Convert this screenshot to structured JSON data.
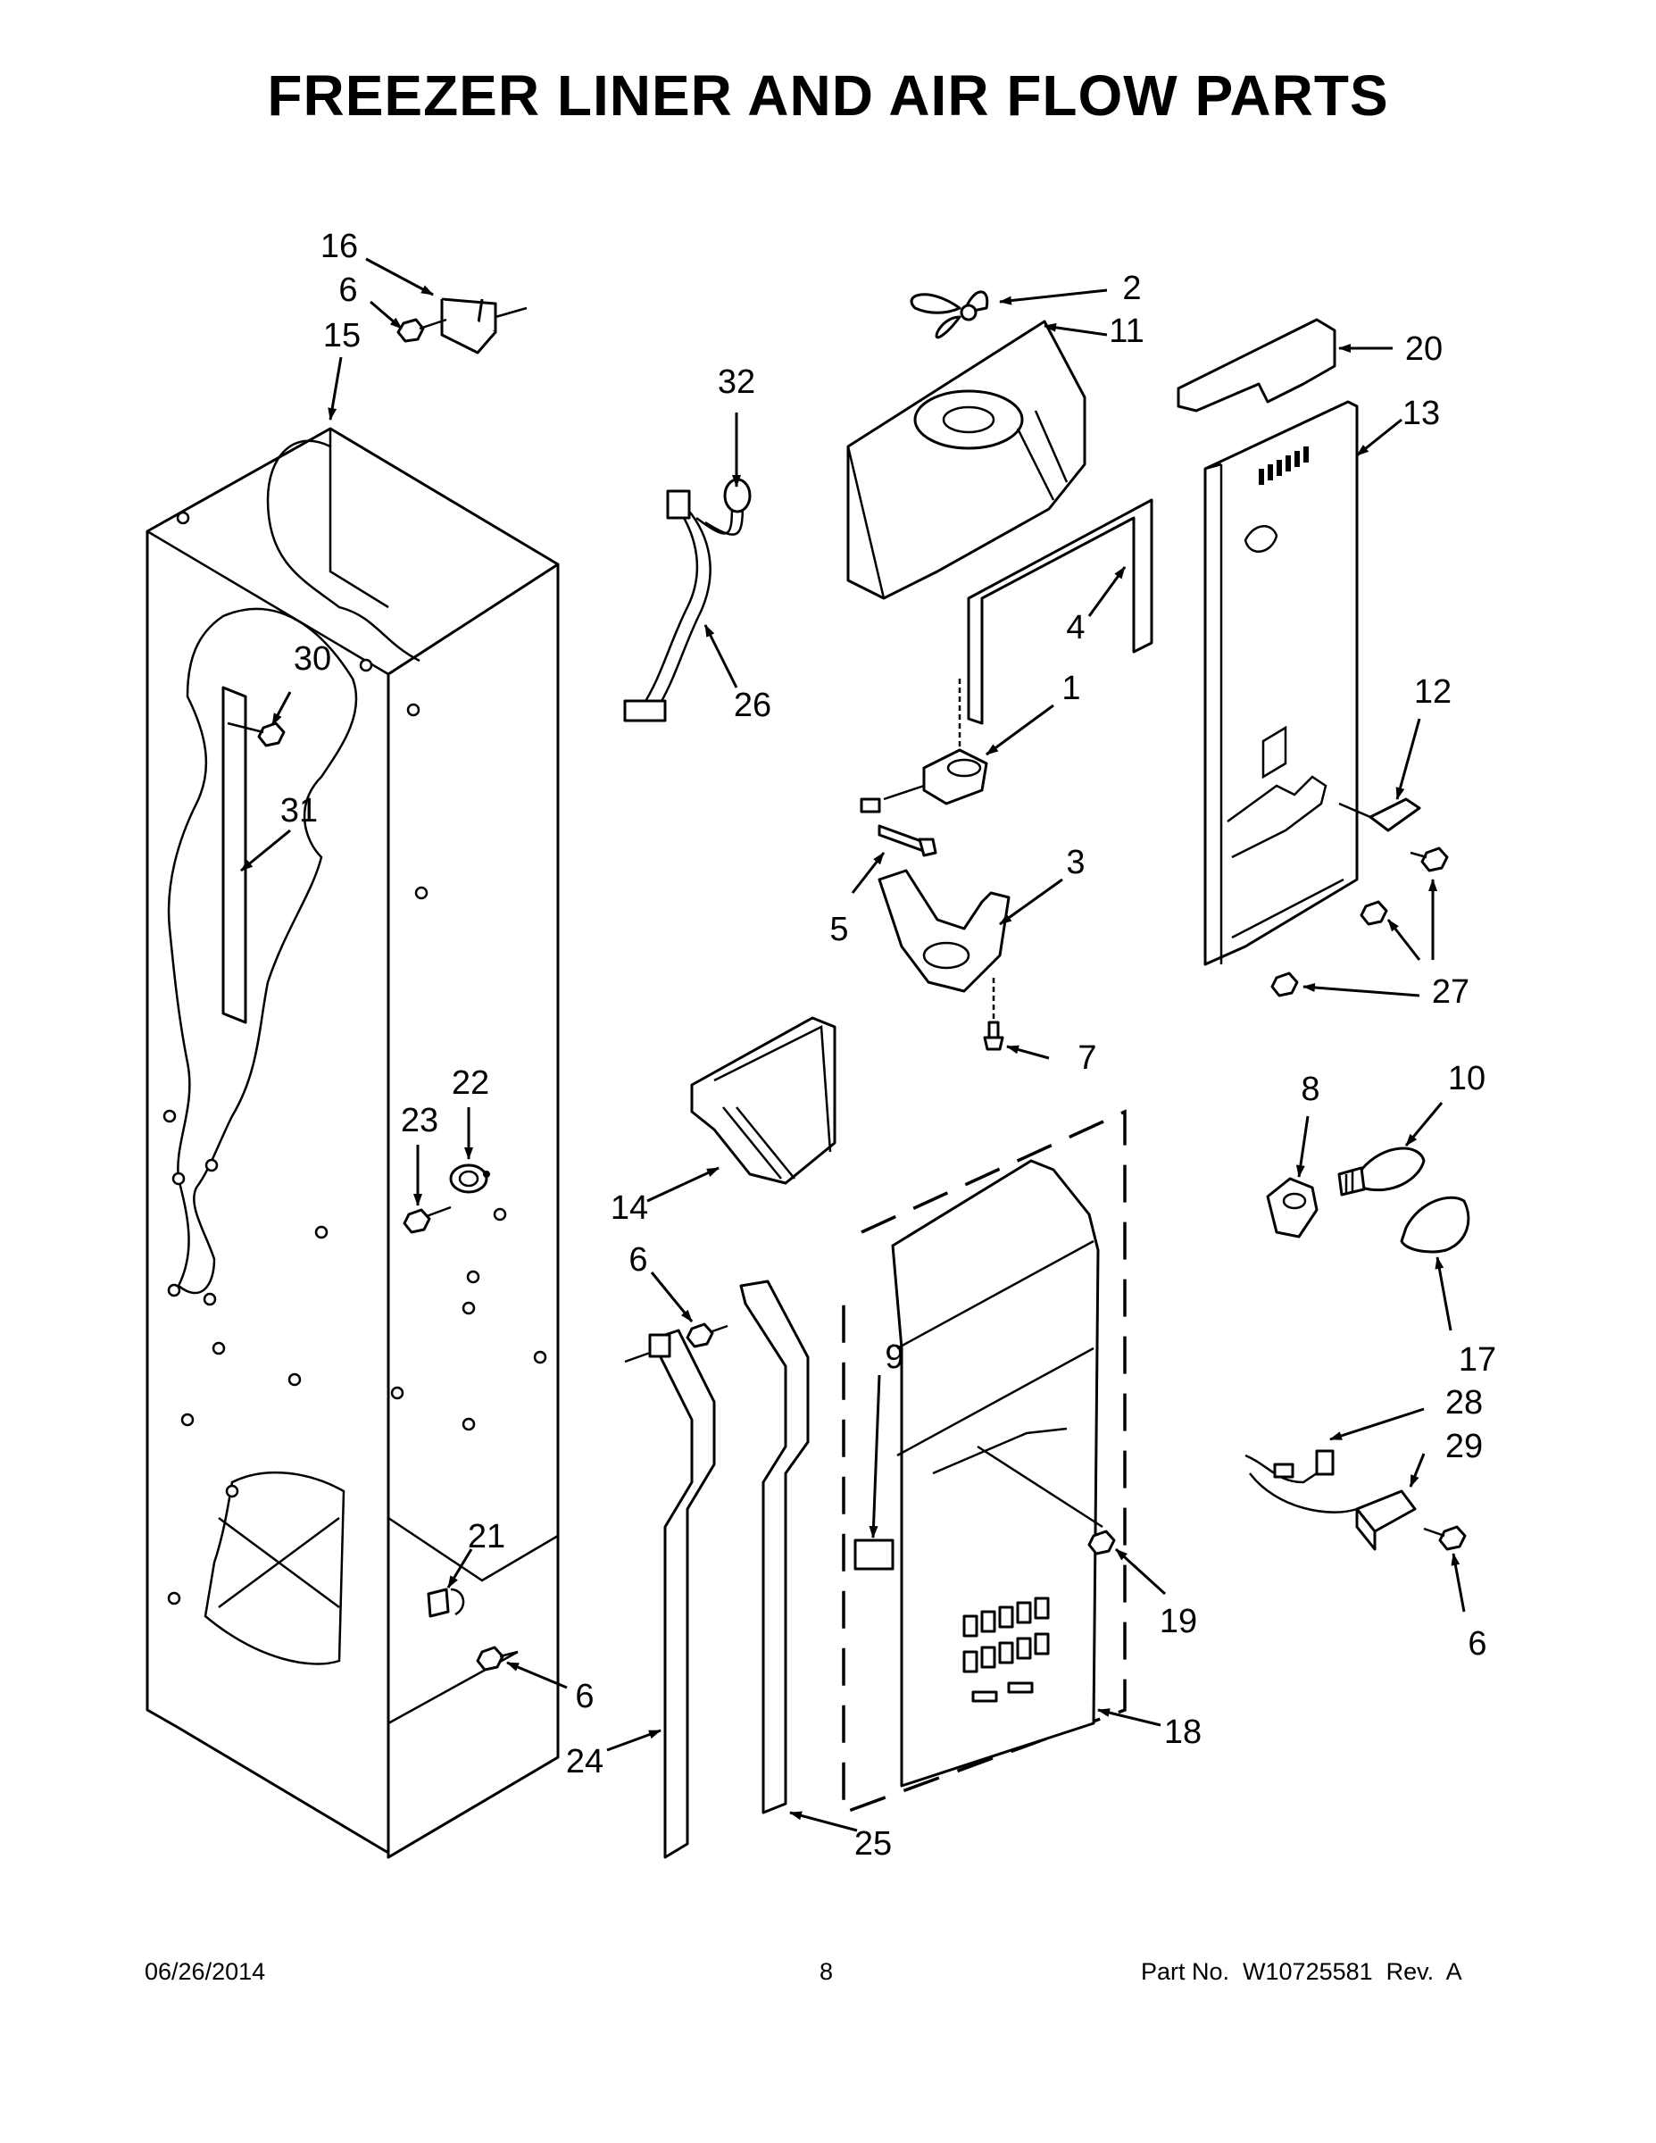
{
  "title": "FREEZER LINER AND AIR FLOW PARTS",
  "callouts": [
    "1",
    "2",
    "3",
    "4",
    "5",
    "6",
    "7",
    "8",
    "9",
    "10",
    "11",
    "12",
    "13",
    "14",
    "15",
    "16",
    "17",
    "18",
    "19",
    "20",
    "21",
    "22",
    "23",
    "24",
    "25",
    "26",
    "27",
    "28",
    "29",
    "30",
    "31",
    "32"
  ],
  "footer": {
    "date": "06/26/2014",
    "page": "8",
    "part_number": "Part No.  W10725581  Rev.  A"
  }
}
